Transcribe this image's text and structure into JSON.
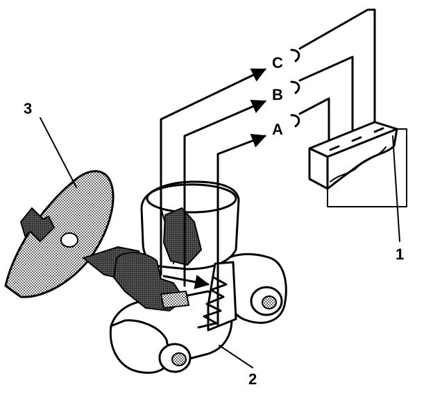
{
  "diagram": {
    "callouts": [
      "1",
      "2",
      "3"
    ],
    "signal_labels": [
      "A",
      "B",
      "C"
    ]
  },
  "colors": {
    "ink": "#000000",
    "background": "#ffffff",
    "shading": "#8a8a8a"
  }
}
